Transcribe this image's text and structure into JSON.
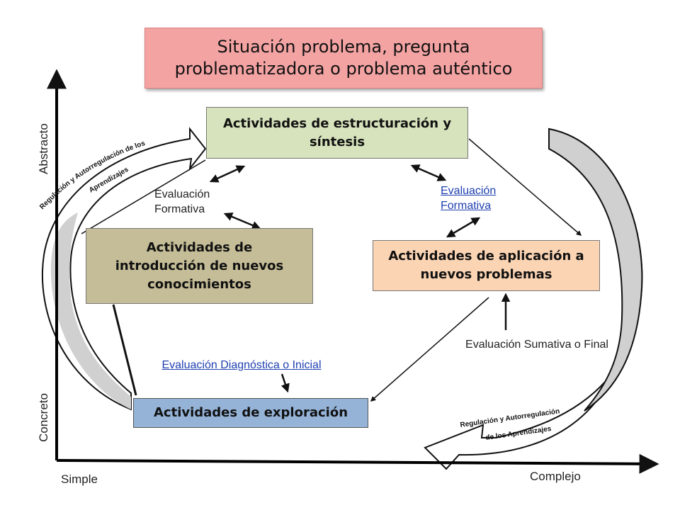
{
  "title": "Situación problema, pregunta problematizadora  o problema auténtico",
  "boxes": {
    "estructuracion": "Actividades de estructuración y síntesis",
    "introduccion": "Actividades de introducción de nuevos conocimientos",
    "aplicacion": "Actividades de aplicación a nuevos problemas",
    "exploracion": "Actividades de exploración"
  },
  "evaluations": {
    "formativa_left": "Evaluación Formativa",
    "formativa_right": "Evaluación Formativa",
    "diagnostica": "Evaluación Diagnóstica o Inicial",
    "sumativa": "Evaluación Sumativa o Final"
  },
  "axes": {
    "y_top": "Abstracto",
    "y_bottom": "Concreto",
    "x_left": "Simple",
    "x_right": "Complejo"
  },
  "regulation": {
    "left_line1": "Regulación y Autorregulación de los",
    "left_line2": "Aprendizajes",
    "right_line1": "Regulación y Autorregulación",
    "right_line2": "de los Aprendizajes"
  },
  "colors": {
    "title_fill": "#f4a3a3",
    "estructuracion_fill": "#d6e3bc",
    "introduccion_fill": "#c4bd97",
    "aplicacion_fill": "#fbd4b4",
    "exploracion_fill": "#95b3d7",
    "arrow_band": "#d0d0d0",
    "link_color": "#1f3fb0"
  }
}
